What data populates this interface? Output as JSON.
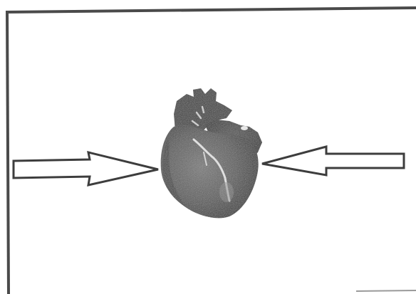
{
  "scene": {
    "frame_color": "#4a4a4a",
    "heart_colors": {
      "base": "#5e5e5e",
      "dark": "#2e2e2e",
      "mid": "#6a6a6a",
      "highlight": "#9a9a9a"
    },
    "arrow_outline_color": "#3d3d3d",
    "elements": [
      "left-arrow",
      "heart-illustration",
      "right-arrow"
    ]
  }
}
